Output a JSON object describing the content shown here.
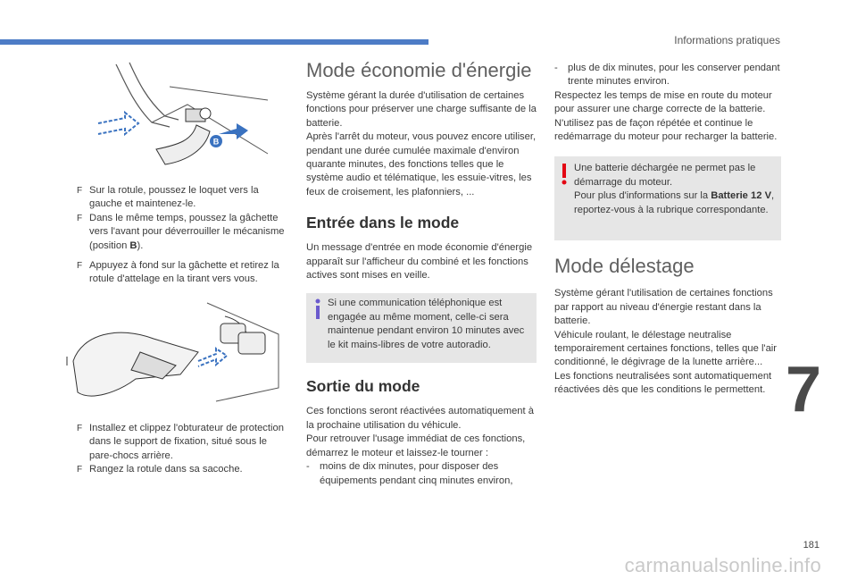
{
  "header": {
    "title": "Informations pratiques"
  },
  "left": {
    "list1": [
      "Sur la rotule, poussez le loquet vers la gauche et maintenez-le.",
      "Dans le même temps, poussez la gâchette vers l'avant pour déverrouiller le mécanisme (position "
    ],
    "list1_bold": "B",
    "list1_tail": ").",
    "list2": [
      "Appuyez à fond sur la gâchette et retirez la rotule d'attelage en la tirant vers vous."
    ],
    "list3": [
      "Installez et clippez l'obturateur de protection dans le support de fixation, situé sous le pare-chocs arrière.",
      "Rangez la rotule dans sa sacoche."
    ],
    "figure1_label": "B",
    "bullet_symbol": "F"
  },
  "middle": {
    "title": "Mode économie d'énergie",
    "intro": "Système gérant la durée d'utilisation de certaines fonctions pour préserver une charge suffisante de la batterie.",
    "intro2": "Après l'arrêt du moteur, vous pouvez encore utiliser, pendant une durée cumulée maximale d'environ quarante minutes, des fonctions telles que le système audio et télématique, les essuie-vitres, les feux de croisement, les plafonniers, ...",
    "entry_title": "Entrée dans le mode",
    "entry_text": "Un message d'entrée en mode économie d'énergie apparaît sur l'afficheur du combiné et les fonctions actives sont mises en veille.",
    "info_box": "Si une communication téléphonique est engagée au même moment, celle-ci sera maintenue pendant environ 10 minutes avec le kit mains-libres de votre autoradio.",
    "exit_title": "Sortie du mode",
    "exit_text1": "Ces fonctions seront réactivées automatiquement à la prochaine utilisation du véhicule.",
    "exit_text2": "Pour retrouver l'usage immédiat de ces fonctions, démarrez le moteur et laissez-le tourner :",
    "exit_dash1": "moins de dix minutes, pour disposer des équipements pendant cinq minutes environ,"
  },
  "right": {
    "dash2": "plus de dix minutes, pour les conserver pendant trente minutes environ.",
    "text1": "Respectez les temps de mise en route du moteur pour assurer une charge correcte de la batterie.",
    "text2": "N'utilisez pas de façon répétée et continue le redémarrage du moteur pour recharger la batterie.",
    "warn_box1": "Une batterie déchargée ne permet pas le démarrage du moteur.",
    "warn_box2_pre": "Pour plus d'informations sur la ",
    "warn_box2_bold": "Batterie 12 V",
    "warn_box2_post": ", reportez-vous à la rubrique correspondante.",
    "shed_title": "Mode délestage",
    "shed_text1": "Système gérant l'utilisation de certaines fonctions par rapport au niveau d'énergie restant dans la batterie.",
    "shed_text2": "Véhicule roulant, le délestage neutralise temporairement certaines fonctions, telles que l'air conditionné, le dégivrage de la lunette arrière...",
    "shed_text3": "Les fonctions neutralisées sont automatiquement réactivées dès que les conditions le permettent."
  },
  "footer": {
    "chapter": "7",
    "page": "181",
    "watermark": "carmanualsonline.info"
  },
  "colors": {
    "accent": "#4d7cc6",
    "warning": "#e30613",
    "info": "#6a5acd",
    "box": "#e6e6e6"
  },
  "icons": {
    "info": "info-icon",
    "warning": "warning-icon"
  }
}
